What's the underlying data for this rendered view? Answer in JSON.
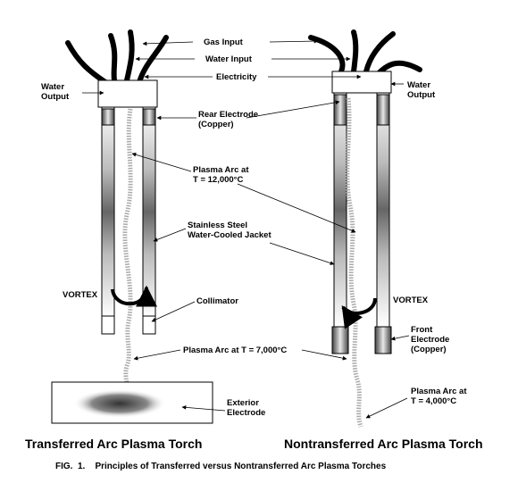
{
  "labels": {
    "gas_input": "Gas Input",
    "water_input": "Water Input",
    "electricity": "Electricity",
    "water_output_left": [
      "Water",
      "Output"
    ],
    "water_output_right": [
      "Water",
      "Output"
    ],
    "rear_electrode": [
      "Rear Electrode",
      "(Copper)"
    ],
    "plasma_arc_main": [
      "Plasma Arc at",
      "T = 12,000°C"
    ],
    "jacket": [
      "Stainless Steel",
      "Water-Cooled Jacket"
    ],
    "vortex_left": "VORTEX",
    "vortex_right": "VORTEX",
    "collimator": "Collimator",
    "front_electrode": [
      "Front",
      "Electrode",
      "(Copper)"
    ],
    "plasma_arc_7000": "Plasma Arc at T = 7,000°C",
    "exterior_electrode": [
      "Exterior",
      "Electrode"
    ],
    "plasma_arc_4000": [
      "Plasma Arc at",
      "T = 4,000°C"
    ]
  },
  "subtitles": {
    "left": "Transferred Arc Plasma Torch",
    "right": "Nontransferred Arc Plasma Torch"
  },
  "caption": "FIG.  1.    Principles of Transferred versus Nontransferred Arc Plasma Torches"
}
